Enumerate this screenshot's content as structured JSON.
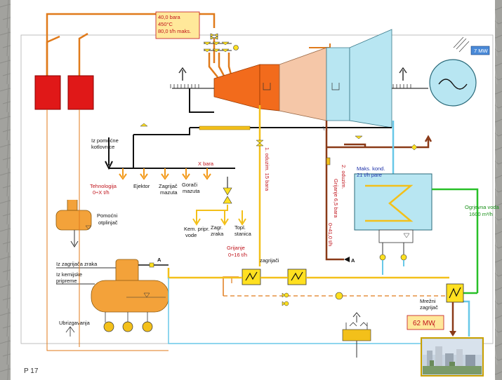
{
  "slide_label": "P 17",
  "steam_params": [
    "40,0 bara",
    "450°C",
    "80,0 t/h maks."
  ],
  "generator_power": "7 MW",
  "x_bara": "X bara",
  "aux_boiler": [
    "Iz pomoćne",
    "kotlovnice"
  ],
  "tech_consumer": [
    "Tehnologija",
    "0÷X t/h"
  ],
  "ejector": "Ejektor",
  "air_heater": [
    "Zagrijač",
    "mazuta"
  ],
  "fuel_burners": [
    "Gorači",
    "mazuta"
  ],
  "chem_prep": [
    "Kem. pripr.",
    "vode"
  ],
  "air_heat": [
    "Zagr.",
    "zraka"
  ],
  "heat_station": [
    "Topl.",
    "stanica"
  ],
  "extraction_1": "1. oduzim. 15 bara",
  "extraction_2": "2. oduzim.",
  "heating_extraction": "Grijanje 6,5 bara",
  "heating_flow_vert": "0÷41,0 t/h",
  "heating_lbl": [
    "Grijanje",
    "0÷16 t/h"
  ],
  "heaters_label": "zagrijači",
  "condenser": [
    "Maks. kond.",
    "21 t/h pare"
  ],
  "aux_degasser": [
    "Pomoćni",
    "otplinjač"
  ],
  "from_air_heater": "Iz zagrijača zraka",
  "from_chem_prep": [
    "Iz kemijske",
    "pripreme"
  ],
  "injection": "Ubrizgavanja",
  "point_a": "A",
  "district_water": [
    "Ogrjevna voda",
    "1600 m³/h"
  ],
  "network_heater": [
    "Mrežni",
    "zagrijač"
  ],
  "heat_output": "62 MW",
  "heat_output_sub": "t",
  "colors": {
    "steam": "#e07a1a",
    "boiler": "#e01818",
    "hp_turbine": "#f26b1c",
    "lp_turbine": "#f5c7a8",
    "condenser": "#b8e6f2",
    "feedwater": "#f3c01a",
    "return_water": "#68c8e8",
    "green_water": "#28c028",
    "dark_steam": "#8a3a18",
    "slide_bg": "#ffffff"
  }
}
